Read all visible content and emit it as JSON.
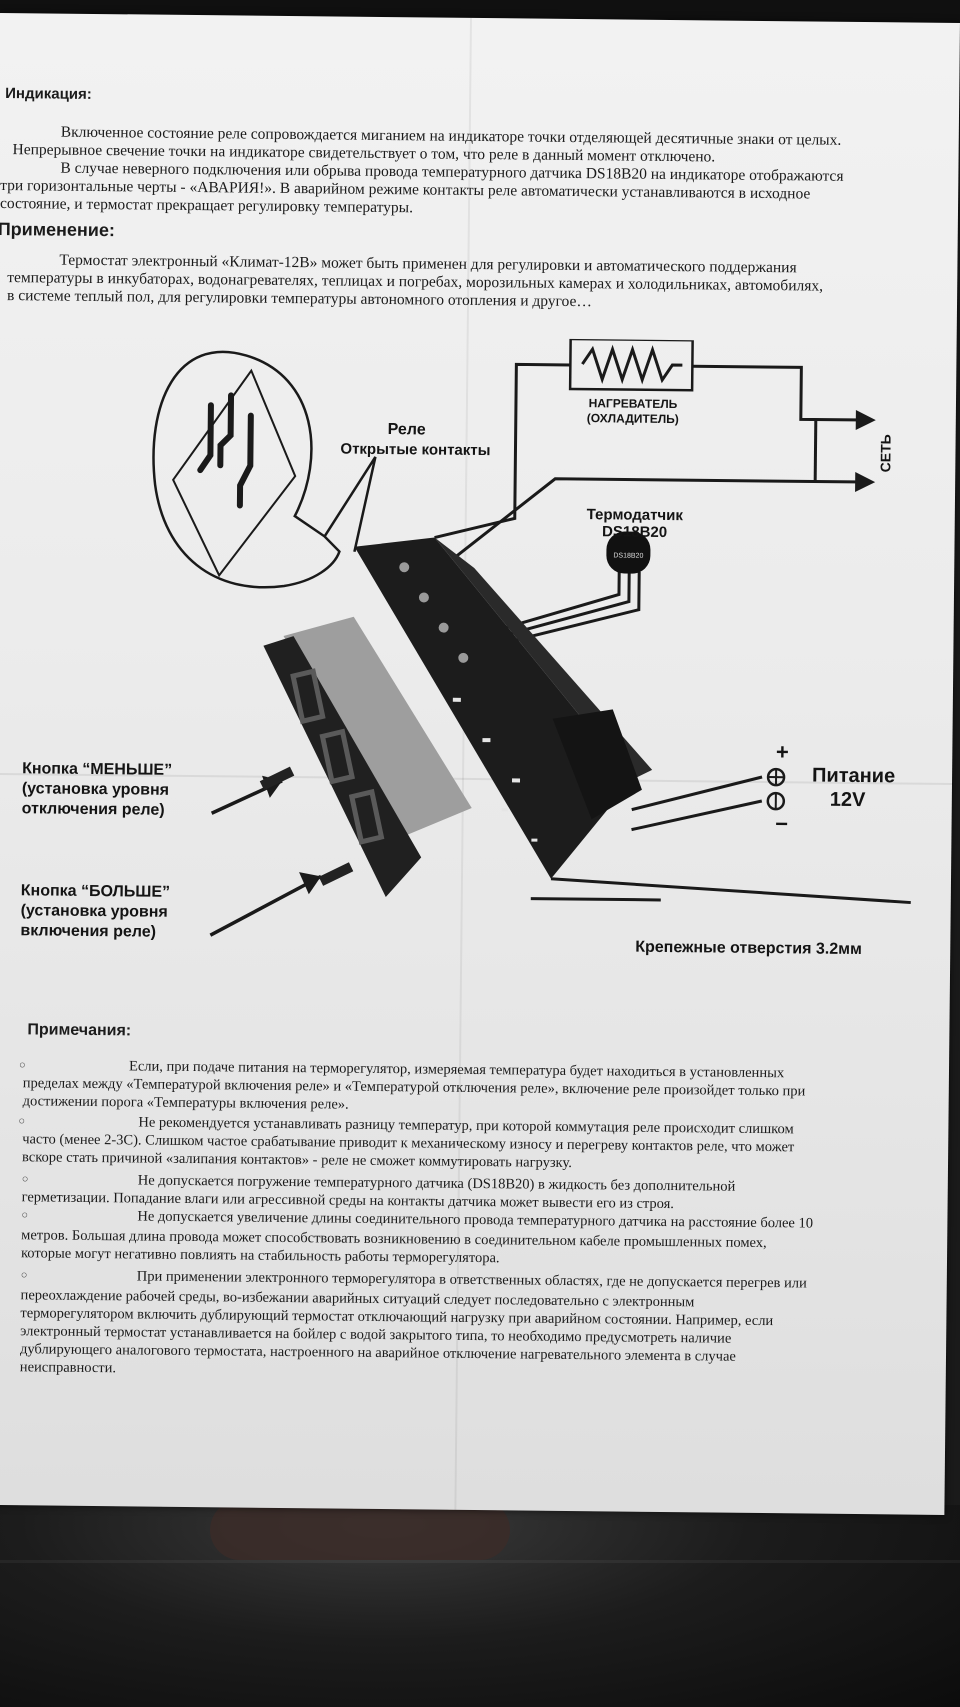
{
  "indication": {
    "heading": "Индикация:",
    "lines": [
      "Включенное состояние реле сопровождается миганием на индикаторе точки отделяющей десятичные знаки от целых.",
      "Непрерывное свечение точки на индикаторе свидетельствует о том, что реле в данный момент отключено.",
      "В случае неверного подключения или обрыва провода температурного датчика DS18B20 на индикаторе отображаются",
      "три горизонтальные черты  - «АВАРИЯ!». В аварийном режиме контакты реле автоматически устанавливаются в исходное",
      "состояние, и термостат прекращает регулировку температуры."
    ]
  },
  "application": {
    "heading": "Применение:",
    "lines": [
      "Термостат электронный «Климат-12В» может быть применен для регулировки и автоматического поддержания",
      "температуры в инкубаторах, водонагревателях, теплицах и погребах, морозильных камерах и холодильниках, автомобилях,",
      "в системе теплый пол, для регулировки температуры автономного отопления и другое…"
    ]
  },
  "diagram": {
    "relay_line1": "Реле",
    "relay_line2": "Открытые контакты",
    "heater_line1": "НАГРЕВАТЕЛЬ",
    "heater_line2": "(ОХЛАДИТЕЛЬ)",
    "mains": "СЕТЬ",
    "sensor_line1": "Термодатчик",
    "sensor_line2": "DS18B20",
    "sensor_chip": "DS18B20",
    "plus": "+",
    "minus": "−",
    "power_line1": "Питание",
    "power_line2": "12V",
    "mount_holes": "Крепежные отверстия 3.2мм",
    "btn_less_line1": "Кнопка “МЕНЬШЕ”",
    "btn_less_line2": "(установка уровня",
    "btn_less_line3": "отключения реле)",
    "btn_more_line1": "Кнопка “БОЛЬШЕ”",
    "btn_more_line2": "(установка уровня",
    "btn_more_line3": "включения реле)"
  },
  "notes": {
    "heading": "Примечания:",
    "lines": [
      "Если, при подаче питания на терморегулятор, измеряемая температура будет находиться в установленных",
      "пределах между «Температурой включения реле» и «Температурой отключения реле», включение реле произойдет только при",
      "достижении порога «Температуры включения реле».",
      "Не рекомендуется устанавливать разницу температур, при которой коммутация реле происходит слишком",
      "часто (менее 2-3С). Слишком частое срабатывание приводит к механическому износу и перегреву контактов реле, что может",
      "вскоре стать причиной «залипания контактов» - реле не сможет коммутировать нагрузку.",
      "Не допускается погружение температурного датчика (DS18B20) в жидкость без дополнительной",
      "герметизации. Попадание влаги или агрессивной среды на контакты датчика может вывести его из строя.",
      "Не допускается увеличение длины соединительного провода температурного датчика на расстояние более 10",
      "метров. Большая длина провода может способствовать возникновению в соединительном кабеле промышленных помех,",
      "которые могут негативно повлиять на стабильность работы терморегулятора.",
      "При применении электронного терморегулятора в ответственных областях, где не допускается перегрев или",
      "переохлаждение рабочей среды, во-избежании аварийных ситуаций следует последовательно с электронным",
      "терморегулятором включить дублирующий термостат отключающий нагрузку при аварийном состоянии. Например, если",
      "электронный термостат устанавливается на бойлер с водой закрытого типа, то необходимо предусмотреть наличие",
      "дублирующего аналогового термостата, настроенного на аварийное отключение нагревательного элемента в случае",
      "неисправности."
    ]
  }
}
